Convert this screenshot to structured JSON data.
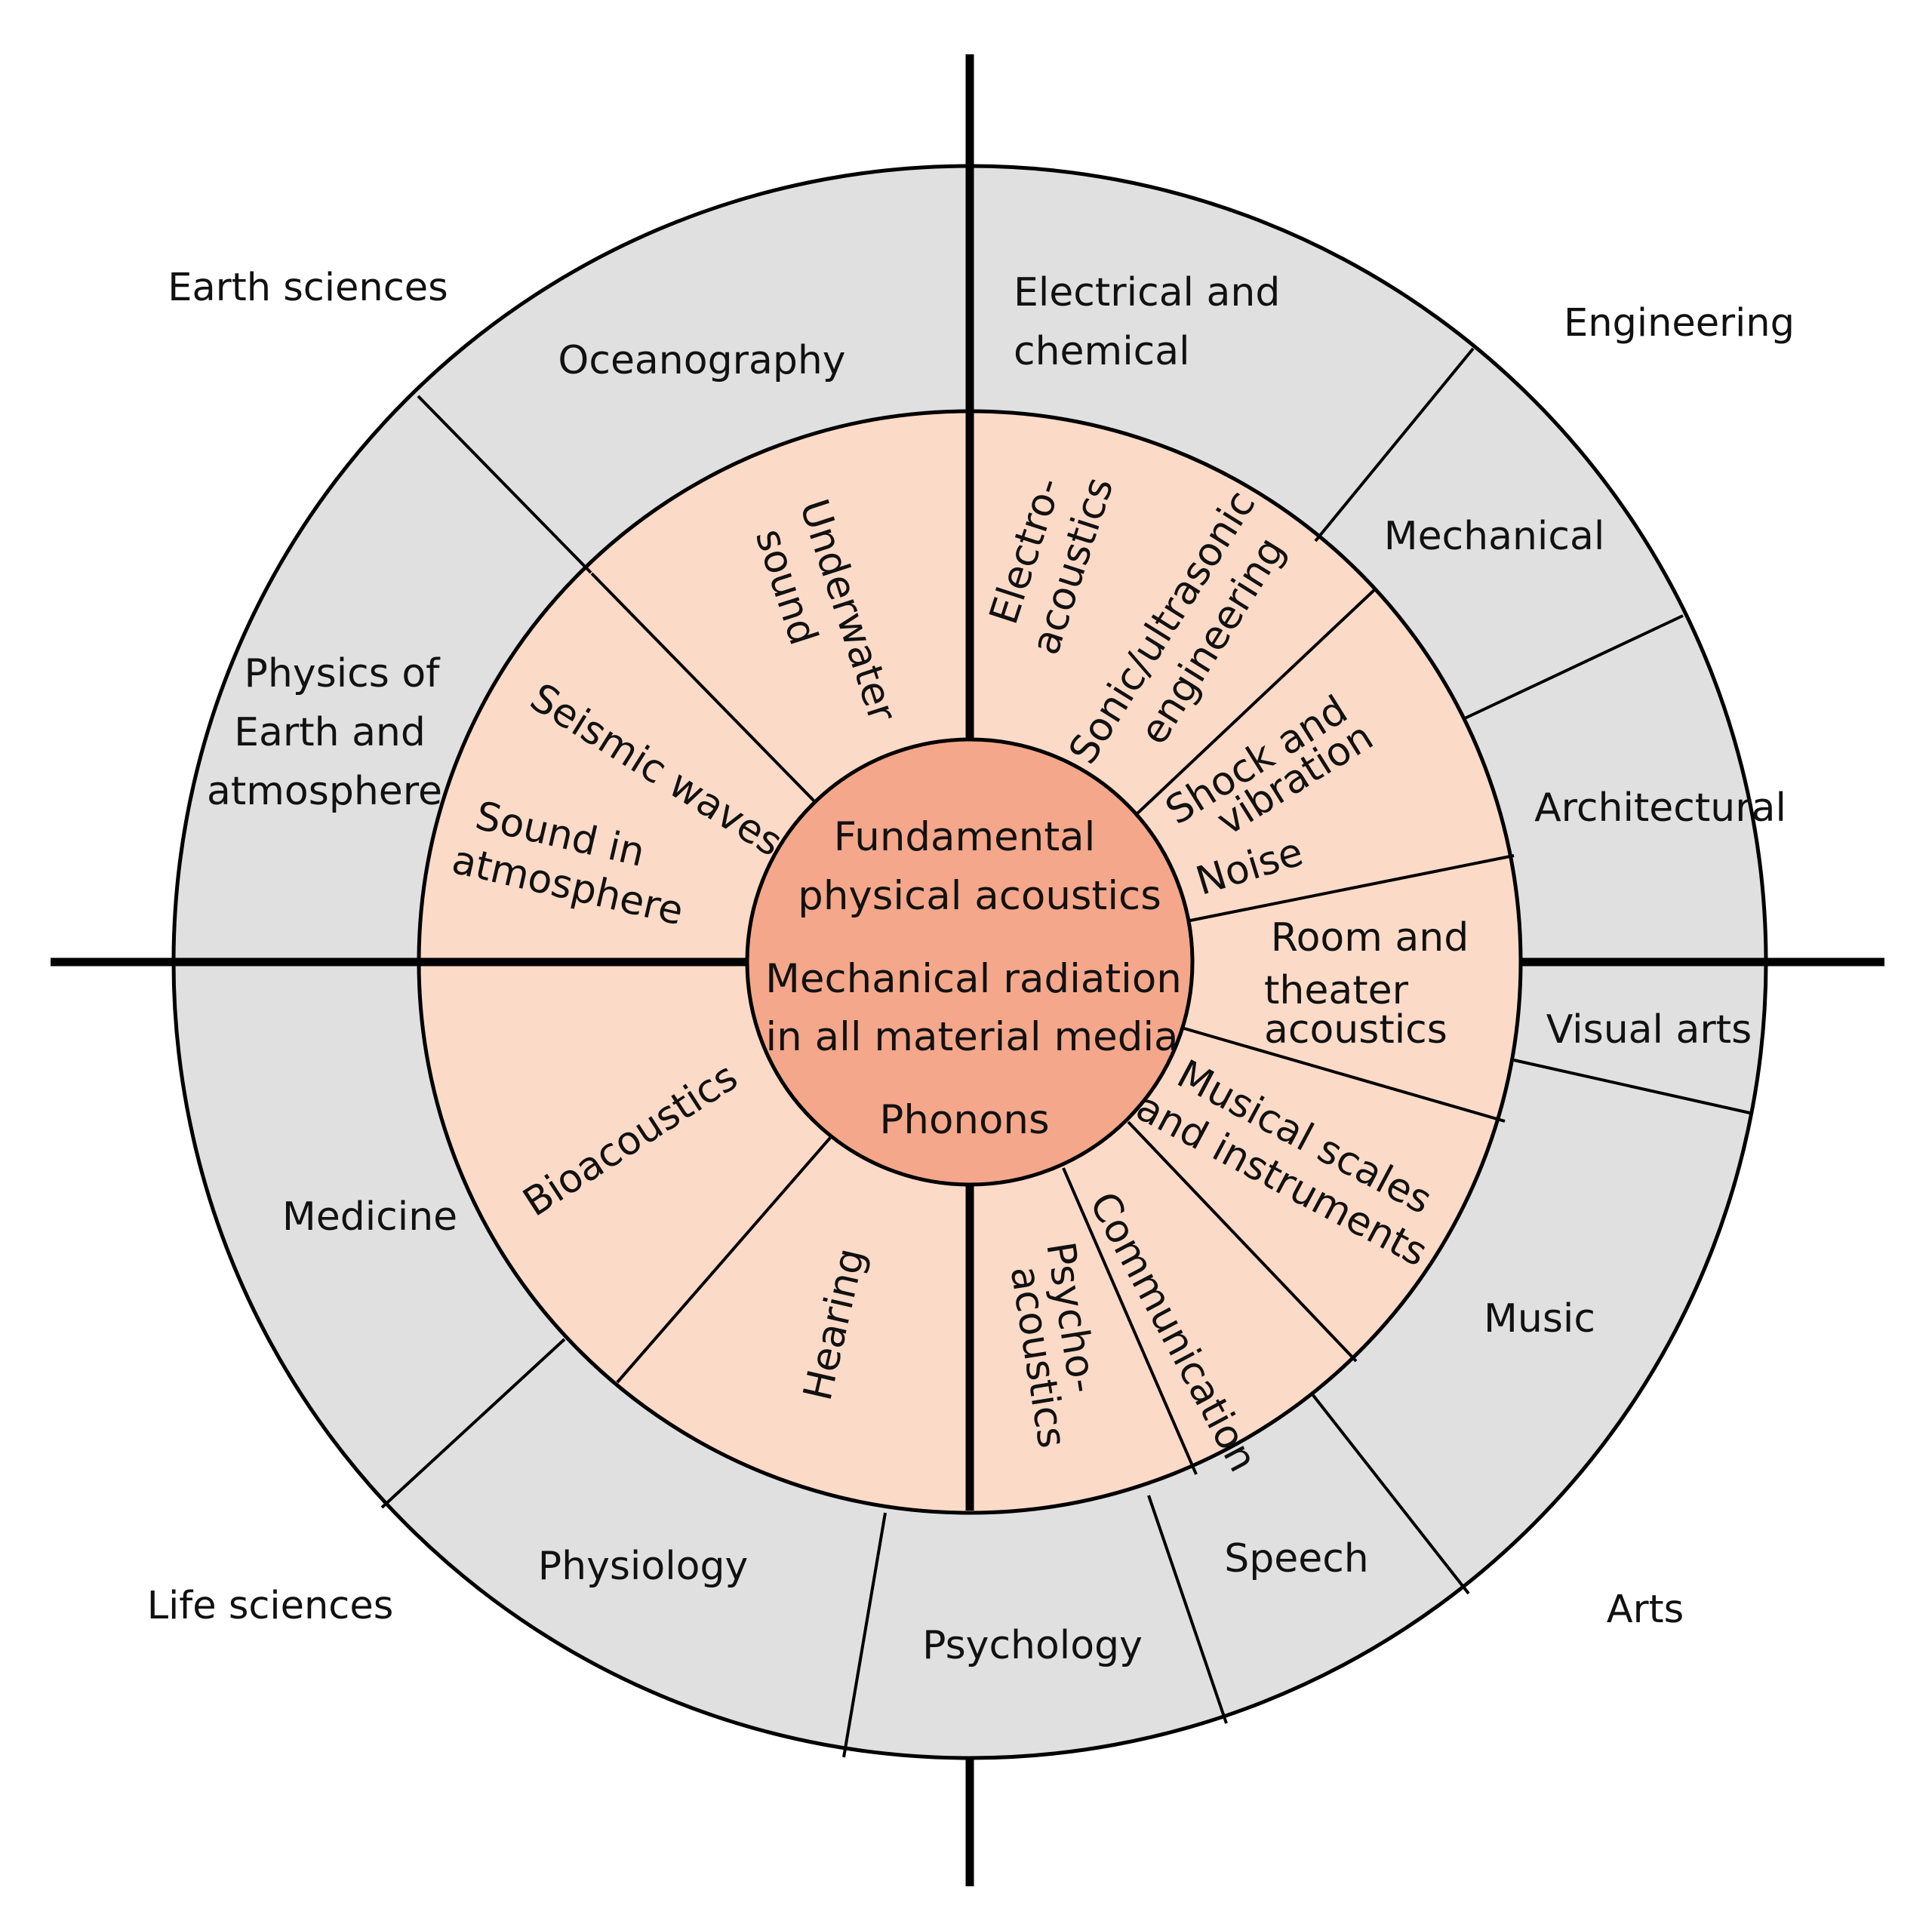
{
  "colors": {
    "outer_ring": "#e0e0e0",
    "middle_ring": "#fcdac8",
    "core": "#f4a78a",
    "stroke": "#000000"
  },
  "core": {
    "lines": [
      "Fundamental",
      "physical acoustics",
      "Mechanical radiation",
      "in all material media",
      "Phonons"
    ]
  },
  "quadrants": {
    "earth_sciences": "Earth sciences",
    "engineering": "Engineering",
    "life_sciences": "Life sciences",
    "arts": "Arts"
  },
  "outer_ring": {
    "oceanography": "Oceanography",
    "physics_earth": [
      "Physics of",
      "Earth and",
      "atmosphere"
    ],
    "electrical_chemical": [
      "Electrical and",
      "chemical"
    ],
    "mechanical": "Mechanical",
    "architectural": "Architectural",
    "visual_arts": "Visual arts",
    "music": "Music",
    "speech": "Speech",
    "psychology": "Psychology",
    "physiology": "Physiology",
    "medicine": "Medicine"
  },
  "middle_ring": {
    "underwater_sound": [
      "Underwater",
      "sound"
    ],
    "electro_acoustics": [
      "Electro-",
      "acoustics"
    ],
    "sonic_ultrasonic": [
      "Sonic/ultrasonic",
      "engineering"
    ],
    "shock_vibration": [
      "Shock and",
      "vibration"
    ],
    "noise": "Noise",
    "room_theater": [
      "Room and",
      "theater",
      "acoustics"
    ],
    "musical_scales": [
      "Musical scales",
      "and instruments"
    ],
    "communication": "Communication",
    "psycho_acoustics": [
      "Psycho-",
      "acoustics"
    ],
    "hearing": "Hearing",
    "bioacoustics": "Bioacoustics",
    "seismic_waves": "Seismic waves",
    "sound_atmosphere": [
      "Sound in",
      "atmosphere"
    ]
  }
}
